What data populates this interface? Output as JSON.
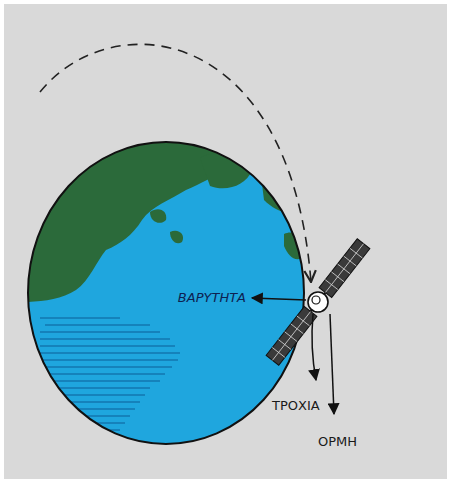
{
  "diagram": {
    "labels": [
      "ΒΑΡΥΤΗΤΑ",
      "ΤΡΟΧΙΑ",
      "ΟΡΜΗ"
    ]
  }
}
